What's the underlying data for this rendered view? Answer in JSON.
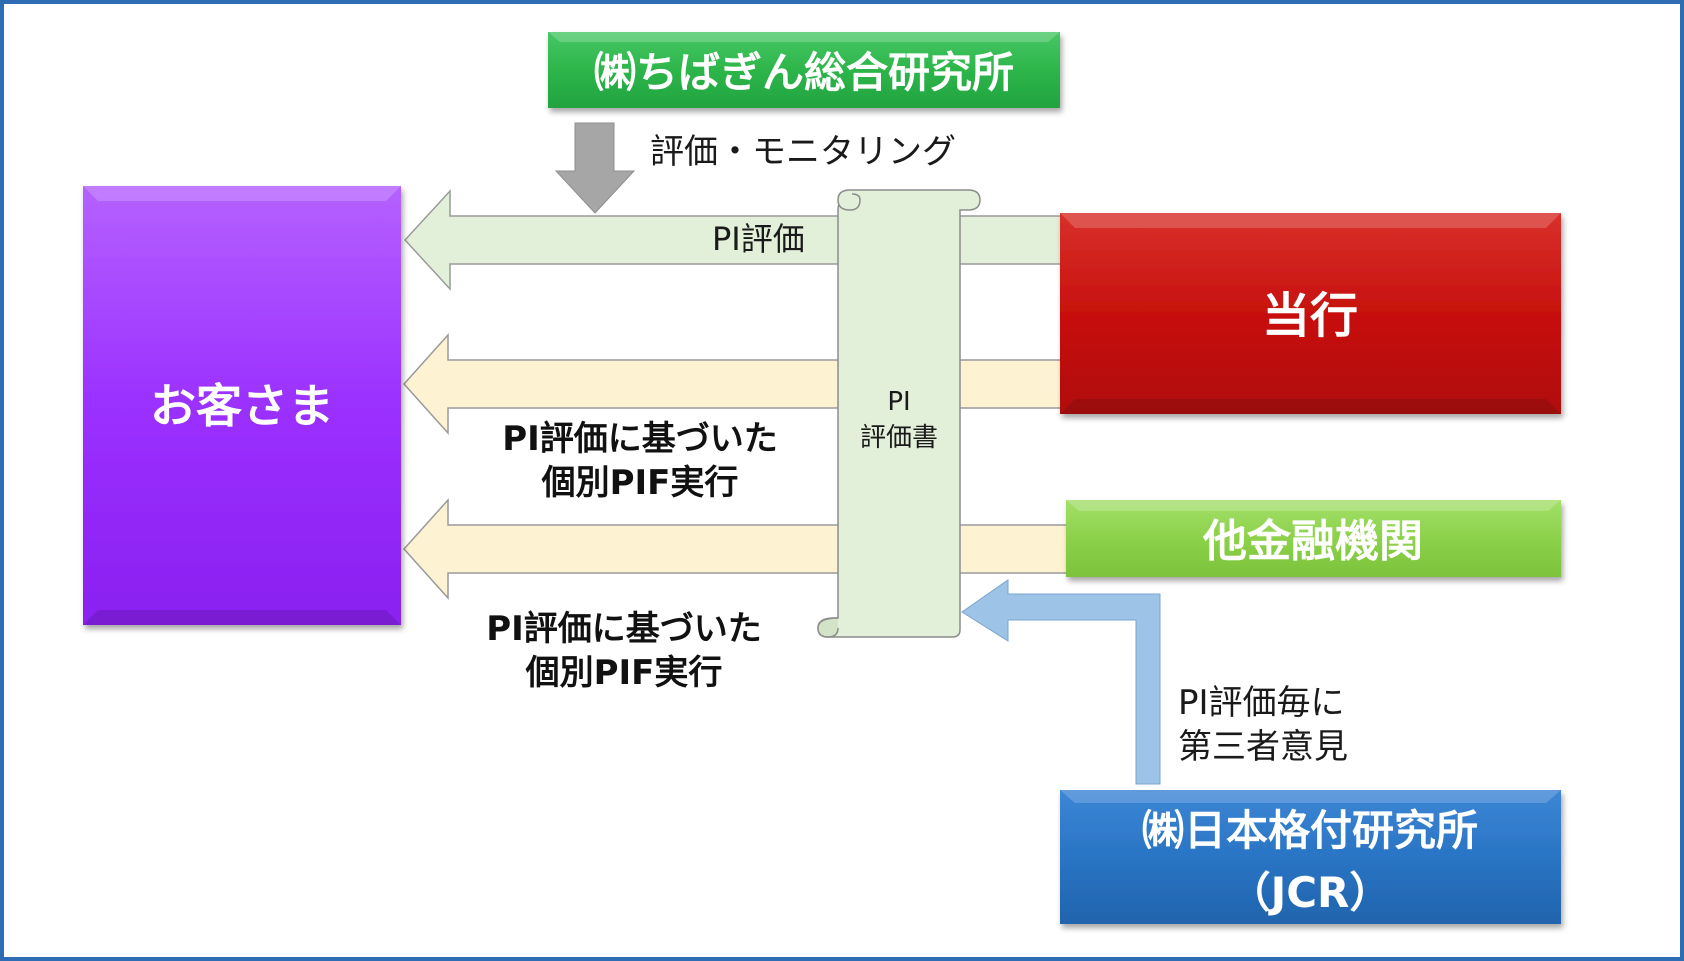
{
  "nodes": {
    "customer": "お客さま",
    "bank": "当行",
    "other_fi": "他金融機関",
    "chibagin_ri": "㈱ちばぎん総合研究所",
    "jcr_line1": "㈱日本格付研究所",
    "jcr_line2": "（JCR）"
  },
  "document": {
    "line1": "PI",
    "line2": "評価書"
  },
  "labels": {
    "monitoring": "評価・モニタリング",
    "pi_eval": "PI評価",
    "pif_a_line1": "PI評価に基づいた",
    "pif_a_line2": "個別PIF実行",
    "pif_b_line1": "PI評価に基づいた",
    "pif_b_line2": "個別PIF実行",
    "jcr_opinion_line1": "PI評価毎に",
    "jcr_opinion_line2": "第三者意見"
  },
  "colors": {
    "frame": "#2e6db4",
    "customer": "#9b30ff",
    "bank": "#c8110e",
    "other_fi": "#8cd14a",
    "chibagin": "#2db54a",
    "jcr": "#2a74c4",
    "arrow_green": "#e2efd9",
    "arrow_yellow": "#fdf3d3",
    "arrow_blue": "#9dc3e6",
    "arrow_gray": "#a6a6a6",
    "scroll": "#e2efd9"
  }
}
